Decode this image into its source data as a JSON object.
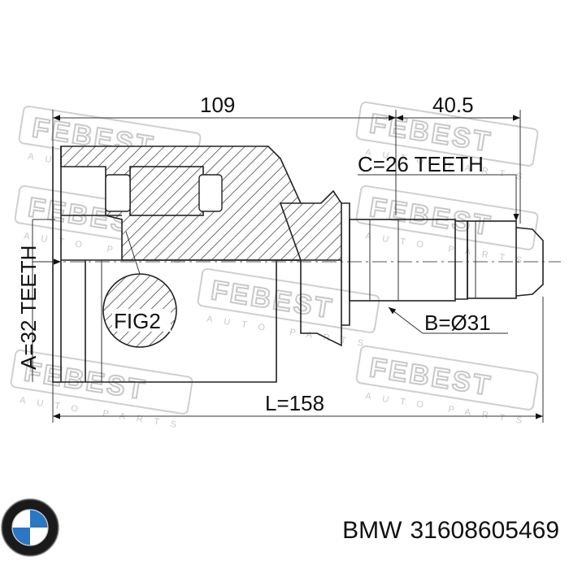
{
  "watermark": {
    "brand": "FEBEST",
    "sub": "AUTO PARTS"
  },
  "dimensions": {
    "housing_length": "109",
    "shaft_length": "40.5",
    "outer_splines": "C=26 TEETH",
    "inner_splines": "A=32 TEETH",
    "shaft_diameter": "B=Ø31",
    "total_length": "L=158",
    "detail": "FIG2"
  },
  "footer": {
    "brand": "BMW",
    "part_number": "31608605469"
  },
  "logo": {
    "icon": "bmw-roundel-icon",
    "colors": {
      "ring": "#1a1a1a",
      "blue": "#2a77c5",
      "white": "#ffffff"
    }
  }
}
